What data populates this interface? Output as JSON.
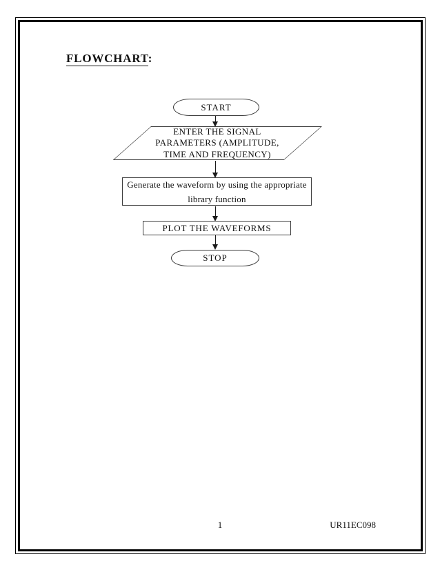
{
  "header": {
    "title": "FLOWCHART",
    "title_suffix": ":"
  },
  "flowchart": {
    "nodes": [
      {
        "id": "start",
        "type": "terminator",
        "label": "START"
      },
      {
        "id": "enter-params",
        "type": "input-parallelogram",
        "label": "ENTER THE SIGNAL\nPARAMETERS (AMPLITUDE,\nTIME AND FREQUENCY)"
      },
      {
        "id": "generate",
        "type": "process",
        "label": "Generate the waveform by using the appropriate\nlibrary function"
      },
      {
        "id": "plot",
        "type": "process",
        "label": "PLOT THE WAVEFORMS"
      },
      {
        "id": "stop",
        "type": "terminator",
        "label": "STOP"
      }
    ],
    "connections": [
      {
        "from": "start",
        "to": "enter-params"
      },
      {
        "from": "enter-params",
        "to": "generate"
      },
      {
        "from": "generate",
        "to": "plot"
      },
      {
        "from": "plot",
        "to": "stop"
      }
    ],
    "colors": {
      "shape_stroke": "#3d3d3d",
      "arrow": "#1a1a1a",
      "page_border": "#000000",
      "text": "#111111"
    }
  },
  "footer": {
    "page_number": "1",
    "document_id": "UR11EC098"
  }
}
